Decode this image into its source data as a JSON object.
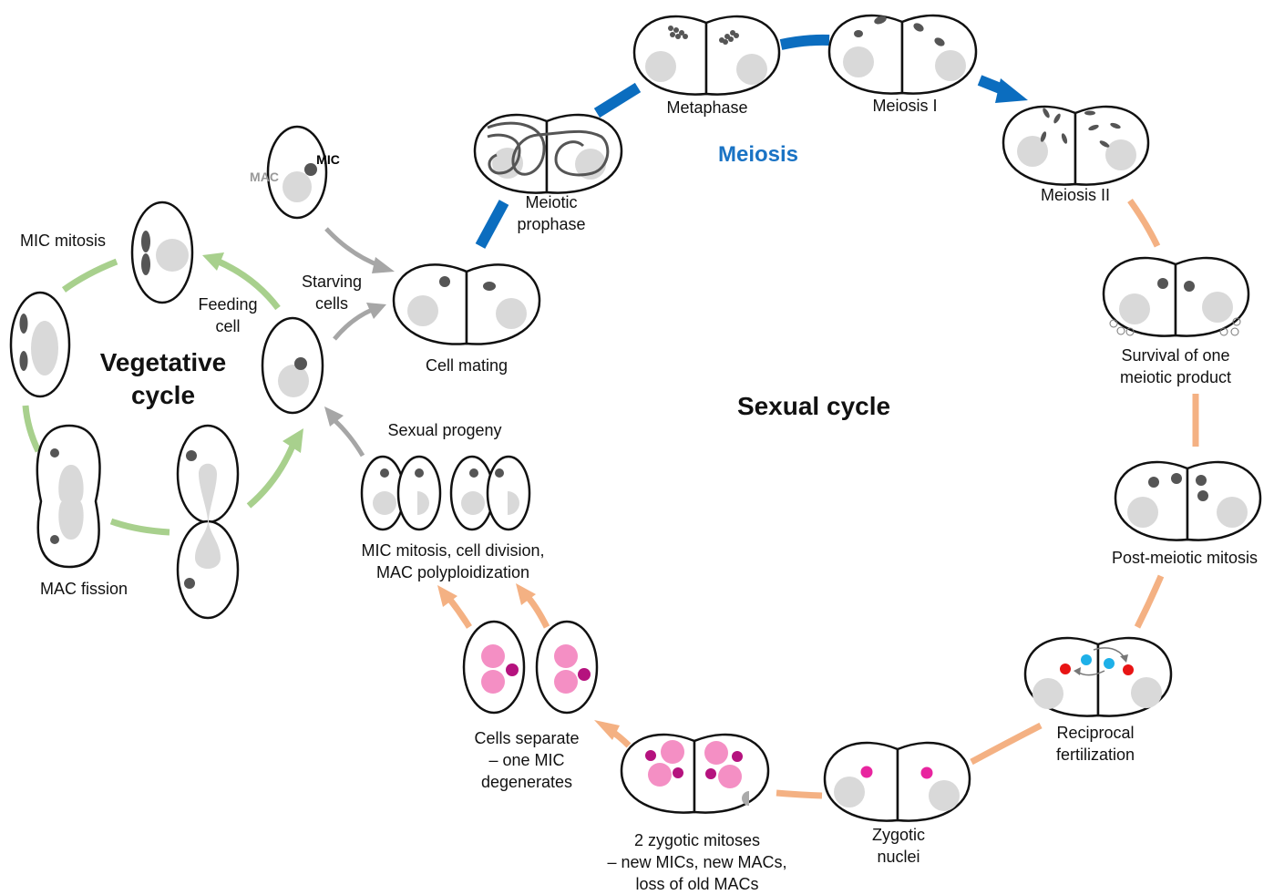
{
  "colors": {
    "vegetative_arrow": "#a8d08d",
    "meiosis_arrow": "#0b6dbf",
    "sexual_arrow": "#f4b183",
    "transition_arrow": "#a6a6a6",
    "mac": "#d9d9d9",
    "mic": "#555555",
    "zygotic_nucleus": "#e8259f",
    "new_mac": "#f48fc4",
    "new_mic": "#b5127e",
    "fertilization_migratory": "#1eb0e8",
    "fertilization_stationary": "#e81414",
    "meiosis_title": "#1a73c4"
  },
  "titles": {
    "vegetative": "Vegetative\ncycle",
    "sexual": "Sexual cycle",
    "meiosis": "Meiosis"
  },
  "labels": {
    "mac": "MAC",
    "mic": "MIC",
    "mic_mitosis": "MIC mitosis",
    "feeding_cell": "Feeding\ncell",
    "starving_cells": "Starving\ncells",
    "mac_fission": "MAC fission",
    "cell_mating": "Cell mating",
    "meiotic_prophase": "Meiotic\nprophase",
    "metaphase": "Metaphase",
    "meiosis_i": "Meiosis I",
    "meiosis_ii": "Meiosis II",
    "survival": "Survival of one\nmeiotic product",
    "post_meiotic_mitosis": "Post-meiotic mitosis",
    "reciprocal_fertilization": "Reciprocal\nfertilization",
    "zygotic_nuclei": "Zygotic\nnuclei",
    "zygotic_mitoses": "2 zygotic mitoses\n– new MICs, new MACs,\nloss of old MACs",
    "cells_separate": "Cells separate\n– one MIC\ndegenerates",
    "mic_mitosis_division": "MIC mitosis, cell division,\nMAC polyploidization",
    "sexual_progeny": "Sexual progeny"
  }
}
